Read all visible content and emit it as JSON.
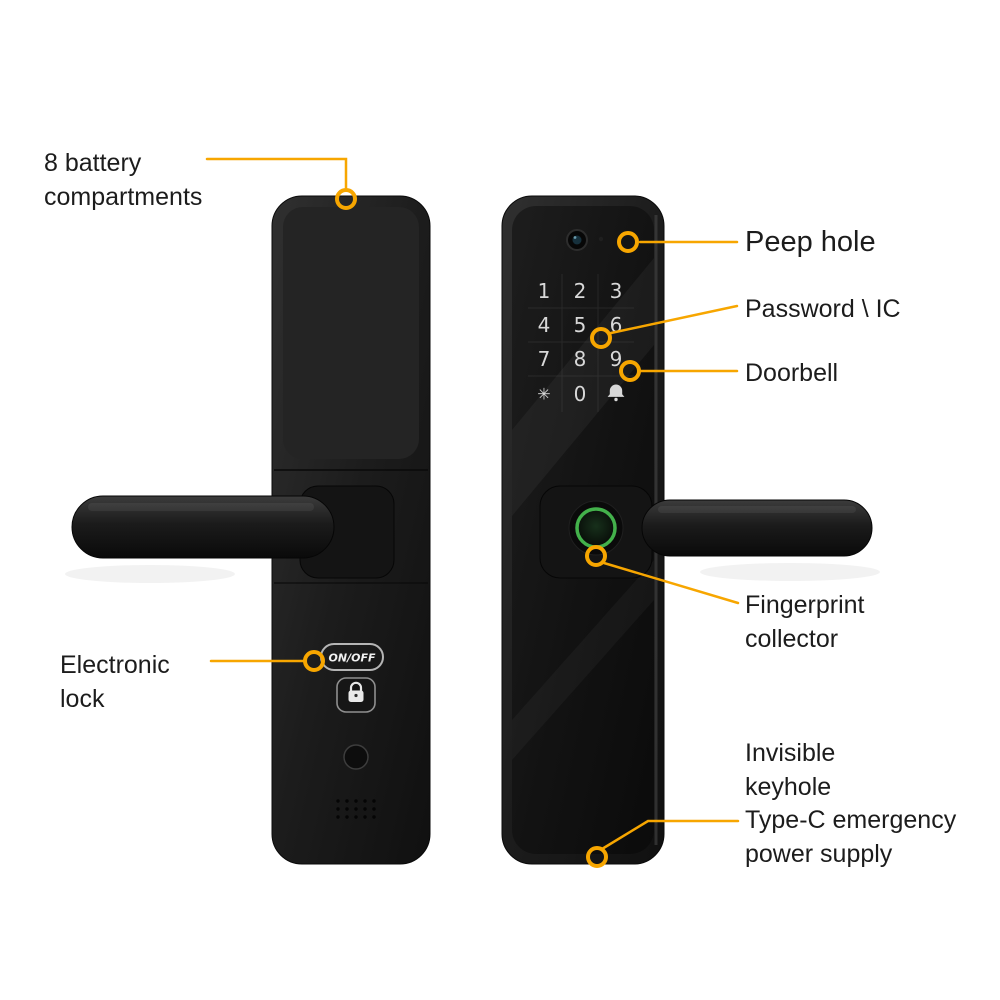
{
  "page": {
    "accent_color": "#F7A600",
    "fingerprint_ring_color": "#43B14B",
    "background": "#FFFFFF"
  },
  "annotations": {
    "battery": {
      "line1": "8 battery",
      "line2": "compartments"
    },
    "peep_hole": {
      "label": "Peep hole"
    },
    "password_ic": {
      "label": "Password \\ IC"
    },
    "doorbell": {
      "label": "Doorbell"
    },
    "fingerprint": {
      "line1": "Fingerprint",
      "line2": "collector"
    },
    "electronic_lock": {
      "line1": "Electronic",
      "line2": "lock"
    },
    "invisible_keyhole": {
      "line1": "Invisible",
      "line2": "keyhole"
    },
    "type_c": {
      "line1": "Type-C emergency",
      "line2": "power supply"
    }
  },
  "back_lock": {
    "onoff_label": "ON/OFF"
  },
  "front_lock": {
    "keypad_keys": [
      "1",
      "2",
      "3",
      "4",
      "5",
      "6",
      "7",
      "8",
      "9",
      "✳",
      "0"
    ]
  }
}
